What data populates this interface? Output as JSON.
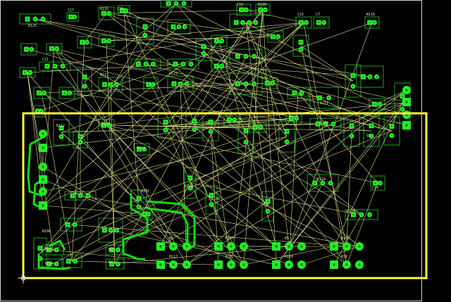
{
  "colors": {
    "background": "#000000",
    "board_outline": "#ffff33",
    "ratsnest": "#dddd88",
    "pad": "#22ee22",
    "pad_dark": "#0a6a0a",
    "component_box": "#1f9f1f",
    "trace": "#11dd11",
    "silkscreen": "#c8ff9a",
    "border": "#d0d0d0"
  },
  "icons": {
    "origin": "crosshair-origin-icon"
  },
  "component_labels": [
    "R125",
    "C17",
    "R116",
    "C10",
    "C19",
    "R109",
    "C15",
    "C7",
    "R116",
    "C11",
    "R117",
    "R122",
    "R121",
    "R107",
    "R118",
    "R120",
    "R118",
    "C14",
    "R128",
    "R134",
    "R101",
    "R102",
    "R104",
    "R1",
    "R2",
    "R4",
    "R117",
    "R13",
    "R118",
    "R19",
    "R107",
    "R5",
    "R105",
    "R108",
    "C1",
    "R108",
    "R106",
    "R112",
    "R129",
    "R113",
    "Q1",
    "Q2",
    "Q3"
  ]
}
